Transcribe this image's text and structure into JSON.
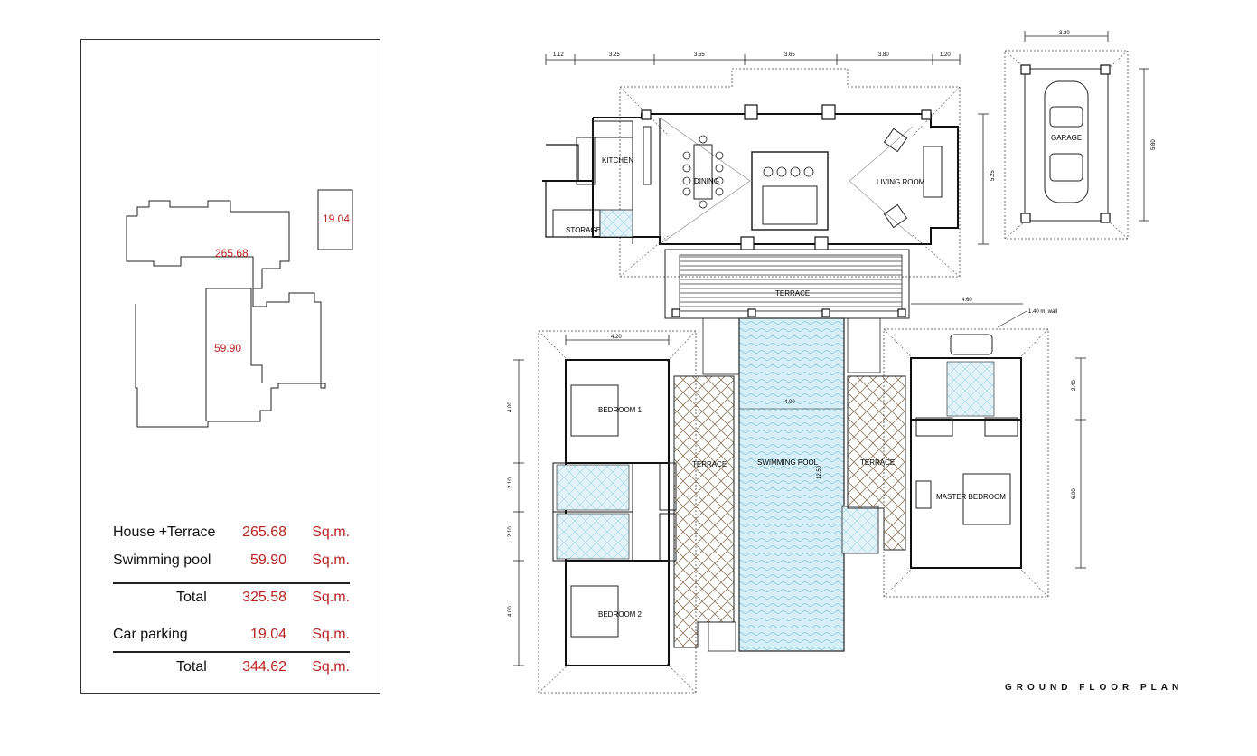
{
  "summary": {
    "house_terrace": {
      "label": "House +Terrace",
      "value": "265.68",
      "unit": "Sq.m."
    },
    "swimming_pool": {
      "label": "Swimming pool",
      "value": "59.90",
      "unit": "Sq.m."
    },
    "total1": {
      "label": "Total",
      "value": "325.58",
      "unit": "Sq.m."
    },
    "car_parking": {
      "label": "Car parking",
      "value": "19.04",
      "unit": "Sq.m."
    },
    "total2": {
      "label": "Total",
      "value": "344.62",
      "unit": "Sq.m."
    }
  },
  "footprint": {
    "house_area": "265.68",
    "pool_area": "59.90",
    "garage_area": "19.04"
  },
  "plan": {
    "title": "GROUND FLOOR PLAN",
    "rooms": {
      "kitchen": "KITCHEN",
      "dining": "DINING",
      "living": "LIVING ROOM",
      "garage": "GARAGE",
      "storage": "STORAGE",
      "terrace_top": "TERRACE",
      "bedroom1": "BEDROOM  1",
      "bedroom2": "BEDROOM  2",
      "terrace_left": "TERRACE",
      "terrace_right": "TERRACE",
      "pool": "SWIMMING POOL",
      "master": "MASTER BEDROOM"
    },
    "dims_top": [
      "1.12",
      "3.25",
      "3.55",
      "3.65",
      "3.80",
      "1.20"
    ],
    "dim_garage_w": "3.20",
    "dim_garage_h": "5.80",
    "dim_house_h": "5.25",
    "dim_right_w": "4.60",
    "note_wall": "1.40 m. wall",
    "dim_bed_w": "4.20",
    "dim_pool_w": "4.00",
    "dim_pool_l": "12.50",
    "dims_left": [
      "4.00",
      "2.10",
      "2.10",
      "4.00"
    ],
    "dims_right": [
      "2.40",
      "6.00"
    ]
  },
  "colors": {
    "accent": "#b22222",
    "water": "#bfe3ee",
    "line": "#222222"
  }
}
